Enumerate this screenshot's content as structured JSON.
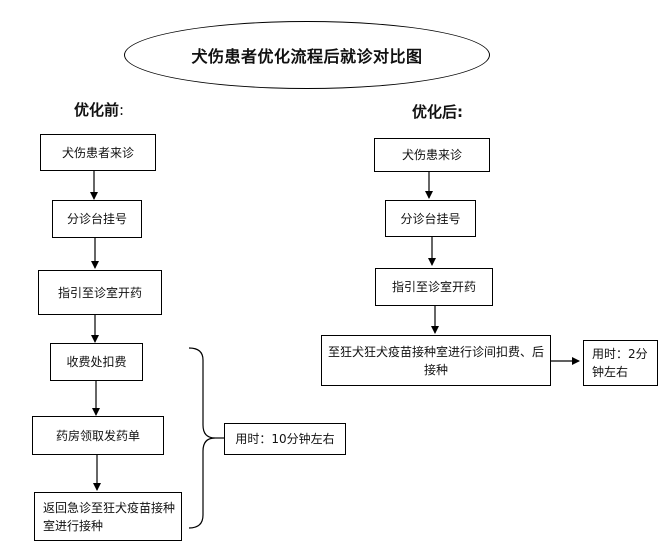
{
  "title": "犬伤患者优化流程后就诊对比图",
  "before": {
    "heading": "优化前",
    "heading_suffix": ":",
    "steps": [
      "犬伤患者来诊",
      "分诊台挂号",
      "指引至诊室开药",
      "收费处扣费",
      "药房领取发药单",
      "返回急诊至狂犬疫苗接种室进行接种"
    ],
    "time": "用时：10分钟左右"
  },
  "after": {
    "heading": "优化后",
    "heading_suffix": ":",
    "steps": [
      "犬伤患来诊",
      "分诊台挂号",
      "指引至诊室开药",
      "至狂犬狂犬疫苗接种室进行诊间扣费、后接种"
    ],
    "time": "用时：2分钟左右"
  }
}
